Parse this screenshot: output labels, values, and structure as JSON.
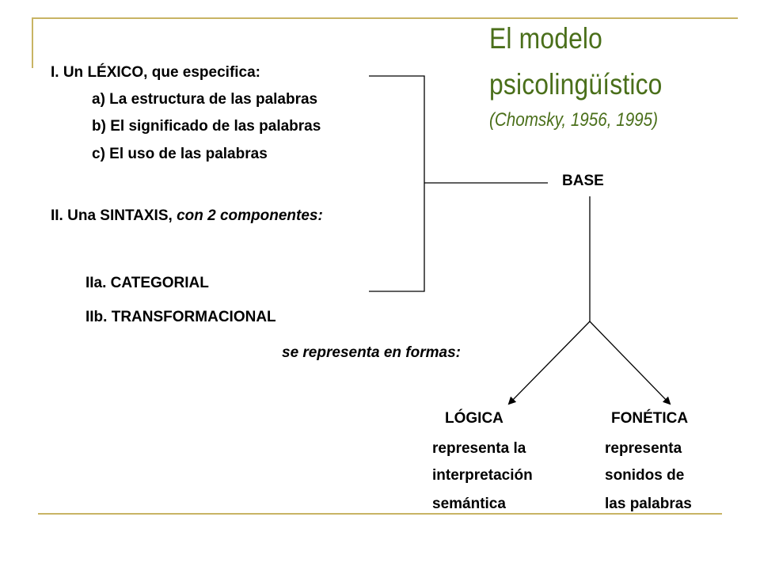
{
  "title": {
    "line1": "El modelo",
    "line2": "psicolingüístico",
    "citation": "(Chomsky, 1956, 1995)"
  },
  "lexicon": {
    "heading": "I. Un LÉXICO, que especifica:",
    "items": [
      "a) La estructura de las palabras",
      "b) El significado de las palabras",
      "c) El uso de las palabras"
    ]
  },
  "syntax": {
    "heading_main": "II. Una SINTAXIS, ",
    "heading_italic": "con 2 componentes:",
    "components": [
      "IIa. CATEGORIAL",
      "IIb. TRANSFORMACIONAL"
    ]
  },
  "base_label": "BASE",
  "represents": "se representa en  formas:",
  "logica": {
    "label": "LÓGICA",
    "lines": [
      "representa la",
      "interpretación",
      "semántica"
    ]
  },
  "fonetica": {
    "label": "FONÉTICA",
    "lines": [
      "representa",
      "sonidos de",
      "las palabras"
    ]
  },
  "colors": {
    "title": "#4a6f1a",
    "decor": "#c8b464",
    "text": "#000000"
  }
}
